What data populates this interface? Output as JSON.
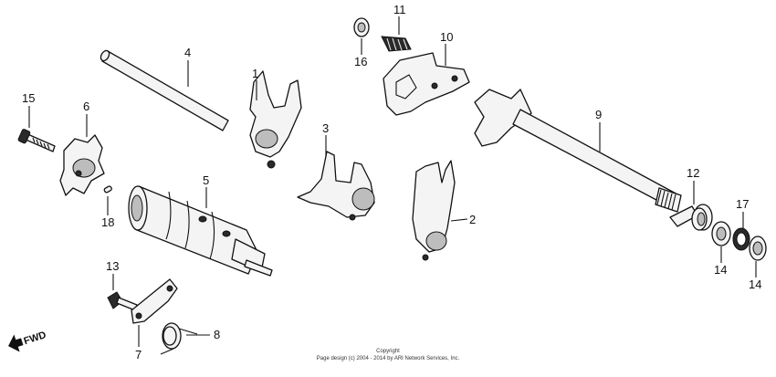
{
  "diagram": {
    "callouts": {
      "p1": "1",
      "p2": "2",
      "p3": "3",
      "p4": "4",
      "p5": "5",
      "p6": "6",
      "p7": "7",
      "p8": "8",
      "p9": "9",
      "p10": "10",
      "p11": "11",
      "p12": "12",
      "p13": "13",
      "p14a": "14",
      "p14b": "14",
      "p15": "15",
      "p16": "16",
      "p17": "17",
      "p18": "18"
    },
    "direction_label": "FWD",
    "copyright_line1": "Copyright",
    "copyright_line2": "Page design (c) 2004 - 2014 by ARI Network Services, Inc."
  }
}
